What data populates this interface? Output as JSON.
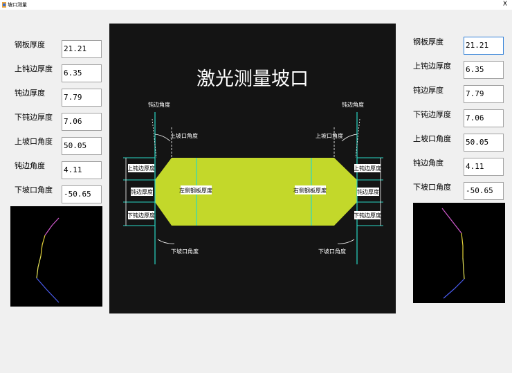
{
  "window": {
    "title": "坡口测量",
    "close_label": "X"
  },
  "diagram": {
    "title": "激光测量坡口",
    "labels": {
      "blunt_angle_left": "钝边角度",
      "blunt_angle_right": "钝边角度",
      "upper_bevel_angle_left": "上坡口角度",
      "upper_bevel_angle_right": "上坡口角度",
      "upper_blunt_left": "上钝边厚度",
      "upper_blunt_right": "上钝边厚度",
      "blunt_left": "钝边厚度",
      "blunt_right": "钝边厚度",
      "lower_blunt_left": "下钝边厚度",
      "lower_blunt_right": "下钝边厚度",
      "left_plate": "左侧钢板厚度",
      "right_plate": "右侧钢板厚度",
      "lower_bevel_angle_left": "下坡口角度",
      "lower_bevel_angle_right": "下坡口角度"
    },
    "colors": {
      "plate": "#c3d82a",
      "guide": "#29d9c6",
      "line": "#ffffff",
      "background": "#141414"
    }
  },
  "left": {
    "fields": [
      {
        "label": "钢板厚度",
        "value": "21.21"
      },
      {
        "label": "上钝边厚度",
        "value": "6.35"
      },
      {
        "label": "钝边厚度",
        "value": "7.79"
      },
      {
        "label": "下钝边厚度",
        "value": "7.06"
      },
      {
        "label": "上坡口角度",
        "value": "50.05"
      },
      {
        "label": "钝边角度",
        "value": "4.11"
      },
      {
        "label": "下坡口角度",
        "value": "-50.65"
      }
    ]
  },
  "right": {
    "fields": [
      {
        "label": "钢板厚度",
        "value": "21.21"
      },
      {
        "label": "上钝边厚度",
        "value": "6.35"
      },
      {
        "label": "钝边厚度",
        "value": "7.79"
      },
      {
        "label": "下钝边厚度",
        "value": "7.06"
      },
      {
        "label": "上坡口角度",
        "value": "50.05"
      },
      {
        "label": "钝边角度",
        "value": "4.11"
      },
      {
        "label": "下坡口角度",
        "value": "-50.65"
      }
    ]
  }
}
